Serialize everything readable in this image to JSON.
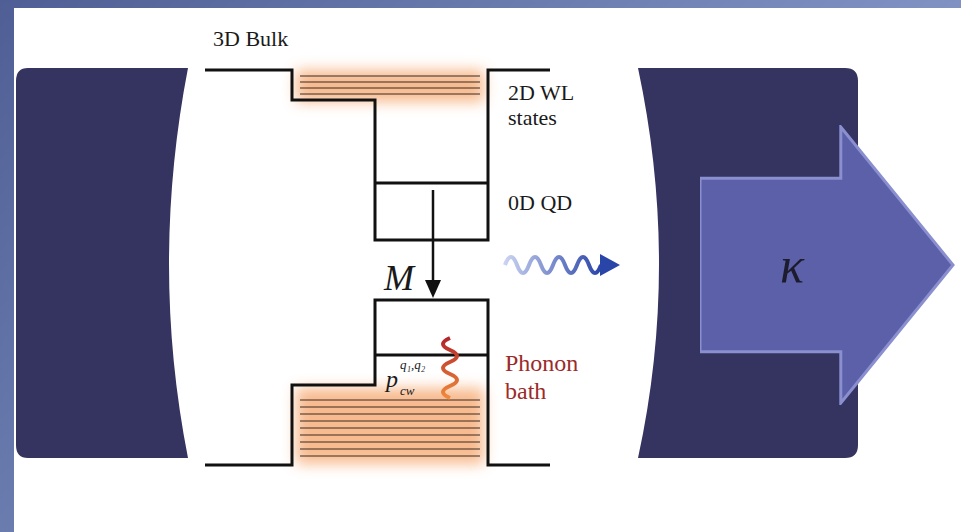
{
  "diagram": {
    "nodes": [
      {
        "text": [
          "κ"
        ]
      }
    ],
    "labels": [
      "3D Bulk",
      "2D WL states",
      "0D QD",
      "M",
      "p",
      "q₁,q₂",
      "cw",
      "Phonon bath"
    ]
  }
}
